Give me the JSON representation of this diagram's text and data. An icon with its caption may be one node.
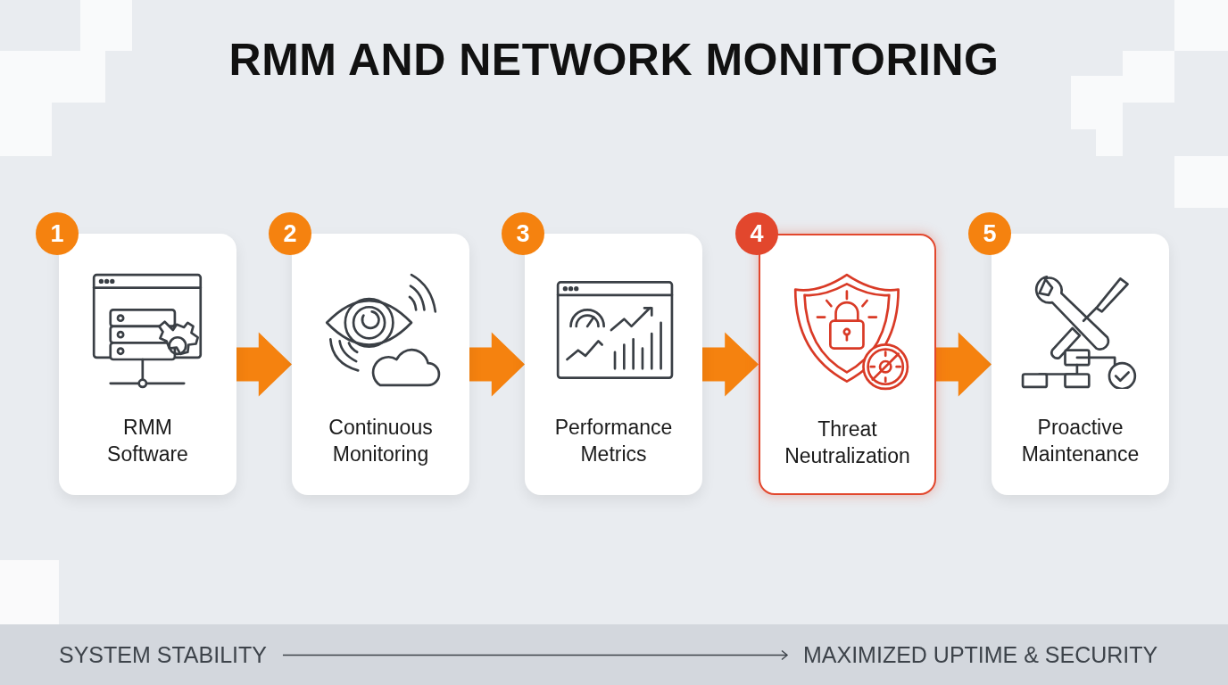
{
  "diagram": {
    "title": "RMM AND NETWORK MONITORING",
    "nodes": [
      {
        "text": [
          "RMM Software"
        ],
        "beside": [
          "1"
        ]
      },
      {
        "text": [
          "Continuous Monitoring"
        ],
        "beside": [
          "2"
        ]
      },
      {
        "text": [
          "Performance Metrics"
        ],
        "beside": [
          "3"
        ]
      },
      {
        "text": [
          "Threat Neutralization"
        ],
        "beside": [
          "4"
        ]
      },
      {
        "text": [
          "Proactive Maintenance"
        ],
        "beside": [
          "5"
        ]
      },
      {
        "text": [
          "SYSTEM STABILITY"
        ]
      },
      {
        "text": [
          "MAXIMIZED UPTIME & SECURITY"
        ]
      }
    ],
    "edges": [
      {
        "from": 0,
        "to": 1,
        "arrow": "to",
        "style": "thick"
      },
      {
        "from": 1,
        "to": 2,
        "arrow": "to",
        "style": "thick"
      },
      {
        "from": 2,
        "to": 3,
        "arrow": "to",
        "style": "thick"
      },
      {
        "from": 3,
        "to": 4,
        "arrow": "to",
        "style": "thick"
      },
      {
        "from": 5,
        "to": 6,
        "arrow": "to",
        "color": "#3d434a"
      }
    ]
  }
}
